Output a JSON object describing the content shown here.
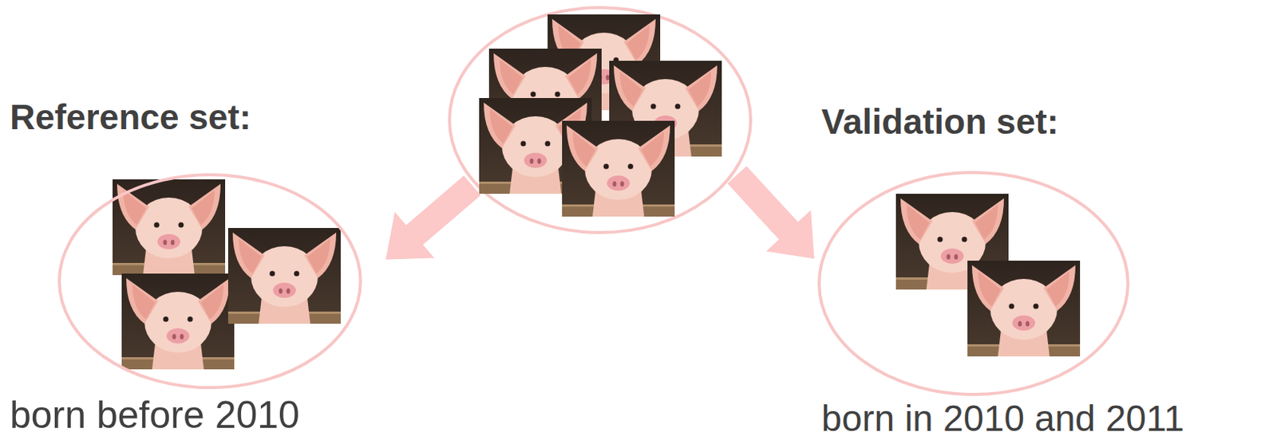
{
  "diagram": {
    "nodes": [
      {
        "text": [
          "Reference set:",
          "born before 2010"
        ]
      },
      {
        "text": [
          "Validation set:",
          "born in 2010 and 2011"
        ]
      }
    ]
  }
}
